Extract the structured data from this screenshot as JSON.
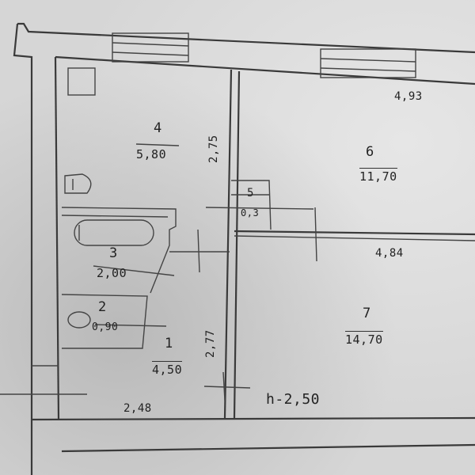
{
  "rooms": [
    {
      "id": "room-4",
      "number": "4",
      "area": "5,80"
    },
    {
      "id": "room-6",
      "number": "6",
      "area": "11,70"
    },
    {
      "id": "room-5",
      "number": "5",
      "area": "0,3"
    },
    {
      "id": "room-3",
      "number": "3",
      "area": "2,00"
    },
    {
      "id": "room-2",
      "number": "2",
      "area": "0,90"
    },
    {
      "id": "room-1",
      "number": "1",
      "area": "4,50"
    },
    {
      "id": "room-7",
      "number": "7",
      "area": "14,70"
    }
  ],
  "dimensions": {
    "top_right": "4,93",
    "mid_right": "4,84",
    "bottom_left": "2,48",
    "upper_vertical": "2,75",
    "lower_vertical": "2,77"
  },
  "ceiling_height": "h-2,50"
}
